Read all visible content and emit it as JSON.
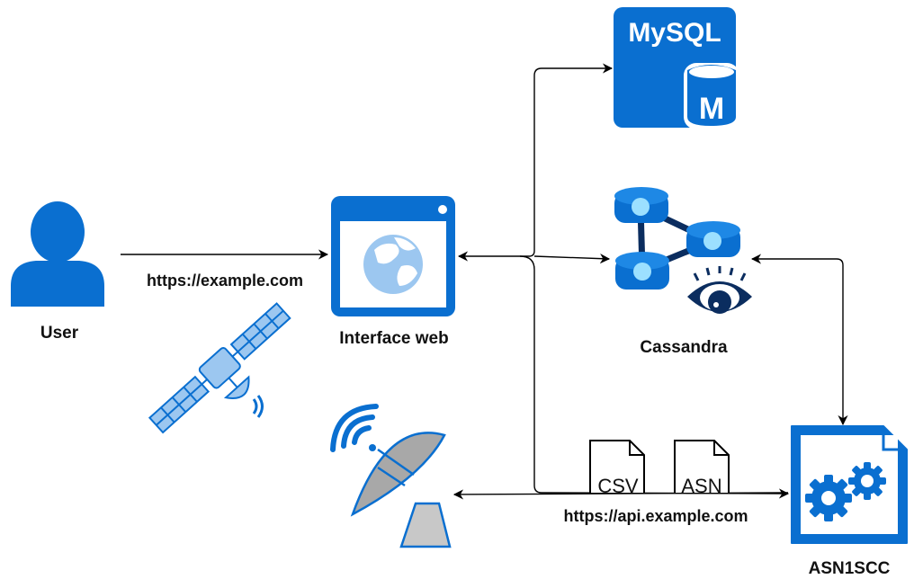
{
  "nodes": {
    "user": "User",
    "web": "Interface web",
    "mysql": "MySQL",
    "mysql_badge": "M",
    "cassandra": "Cassandra",
    "asn1scc": "ASN1SCC"
  },
  "edges": {
    "user_to_web": "https://example.com",
    "api": "https://api.example.com"
  },
  "documents": [
    "CSV",
    "ASN"
  ],
  "colors": {
    "primary": "#0a6fd0",
    "dark_navy": "#0b2d5f",
    "light_blue": "#9cc7f0",
    "gray": "#a8a8a8"
  },
  "icons": [
    "user-icon",
    "web-browser-icon",
    "globe-icon",
    "mysql-icon",
    "cassandra-icon",
    "eye-icon",
    "satellite-icon",
    "satellite-dish-icon",
    "asn1scc-gears-icon",
    "csv-document-icon",
    "asn-document-icon"
  ]
}
